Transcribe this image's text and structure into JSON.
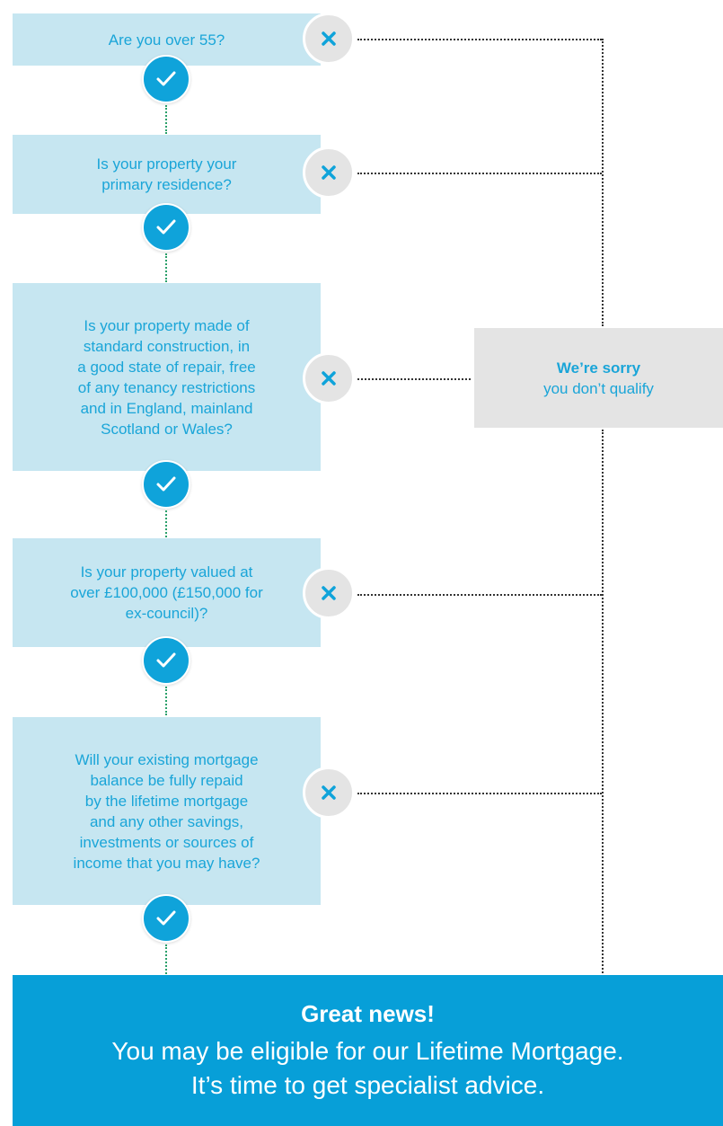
{
  "questions": [
    {
      "lines": [
        "Are you over 55?"
      ]
    },
    {
      "lines": [
        "Is your property your",
        "primary residence?"
      ]
    },
    {
      "lines": [
        "Is your property made of",
        "standard construction, in",
        "a good state of repair, free",
        "of any tenancy restrictions",
        "and in England, mainland",
        "Scotland or Wales?"
      ]
    },
    {
      "lines": [
        "Is your property valued at",
        "over £100,000 (£150,000 for",
        "ex-council)?"
      ]
    },
    {
      "lines": [
        "Will your existing mortgage",
        "balance be fully repaid",
        "by the lifetime mortgage",
        "and any other savings,",
        "investments or sources of",
        "income that you may have?"
      ]
    }
  ],
  "sorry": {
    "title": "We’re sorry",
    "text": "you don’t qualify"
  },
  "result": {
    "title": "Great news!",
    "line1": "You may be eligible for our Lifetime Mortgage.",
    "line2": "It’s time to get specialist advice."
  },
  "icons": {
    "yes": "check-icon",
    "no": "cross-icon"
  },
  "colors": {
    "question_bg": "#c6e6f1",
    "accent": "#0fa3da",
    "no_bg": "#e4e4e4",
    "result_bg": "#079fd8"
  }
}
